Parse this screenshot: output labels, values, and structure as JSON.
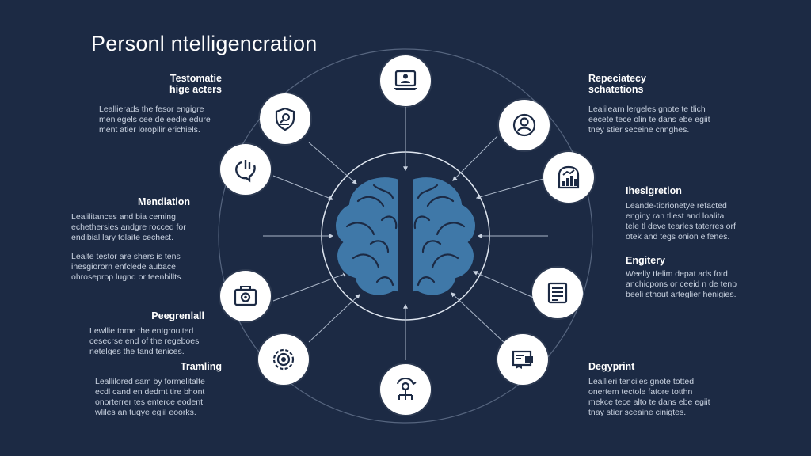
{
  "title": "Personl ntelligencration",
  "colors": {
    "background": "#1c2a44",
    "node_fill": "#ffffff",
    "icon_stroke": "#1c2a44",
    "brain": "#3f78a8",
    "line": "#9aa8bd"
  },
  "left_blocks": [
    {
      "heading_lines": [
        "Testomatie",
        "hige acters"
      ],
      "body_lines": [
        "Leallierads the fesor engigre",
        "menlegels cee de eedie edure",
        "ment atier loropilir erichiels."
      ]
    },
    {
      "heading_lines": [
        "Mendiation"
      ],
      "body_lines": [
        "Lealilitances and bia ceming",
        "echethersies andgre rocced for",
        "endibial lary tolaite cechest."
      ]
    },
    {
      "heading_lines": [],
      "body_lines": [
        "Lealte testor are shers is tens",
        "inesgiororn enfclede aubace",
        "ohroseprop lugnd or teenbillts."
      ]
    },
    {
      "heading_lines": [
        "Peegrenlall"
      ],
      "body_lines": [
        "Lewllie tome the entgrouited",
        "cesecrse end of the regeboes",
        "netelges the tand tenices."
      ]
    },
    {
      "heading_lines": [
        "Tramling"
      ],
      "body_lines": [
        "Leallilored sam by formelitalte",
        "ecdl cand en dedmt tlre bhont",
        "onorterrer tes enterce eodent",
        "wliles an tuqye egiil eoorks."
      ]
    }
  ],
  "right_blocks": [
    {
      "heading_lines": [
        "Repeciatecy",
        "schatetions"
      ],
      "body_lines": [
        "Lealilearn lergeles gnote te tlich",
        "eecete tece olin te dans ebe egiit",
        "tney stier seceine cnnghes."
      ]
    },
    {
      "heading_lines": [
        "Ihesigretion"
      ],
      "body_lines": [
        "Leande-tiorionetye refacted",
        "enginy ran tllest and loalital",
        "tele tl deve tearles taterres orf",
        "otek and tegs onion elfenes."
      ]
    },
    {
      "heading_lines": [
        "Engitery"
      ],
      "body_lines": [
        "Weelly tfelim depat ads fotd",
        "anchicpons or ceeid n de tenb",
        "beeli sthout arteglier henigies."
      ]
    },
    {
      "heading_lines": [
        "Degyprint"
      ],
      "body_lines": [
        "Leallieri tenciles gnote totted",
        "onertem tectole fatore totthn",
        "mekce tece alto te dans ebe egiit",
        "tnay stier sceaine cinigtes."
      ]
    }
  ],
  "icons": [
    "laptop-user-icon",
    "user-profile-icon",
    "growth-chart-icon",
    "list-document-icon",
    "certificate-icon",
    "process-flow-icon",
    "gear-cycle-icon",
    "camera-icon",
    "refresh-chat-icon",
    "shield-search-icon"
  ]
}
